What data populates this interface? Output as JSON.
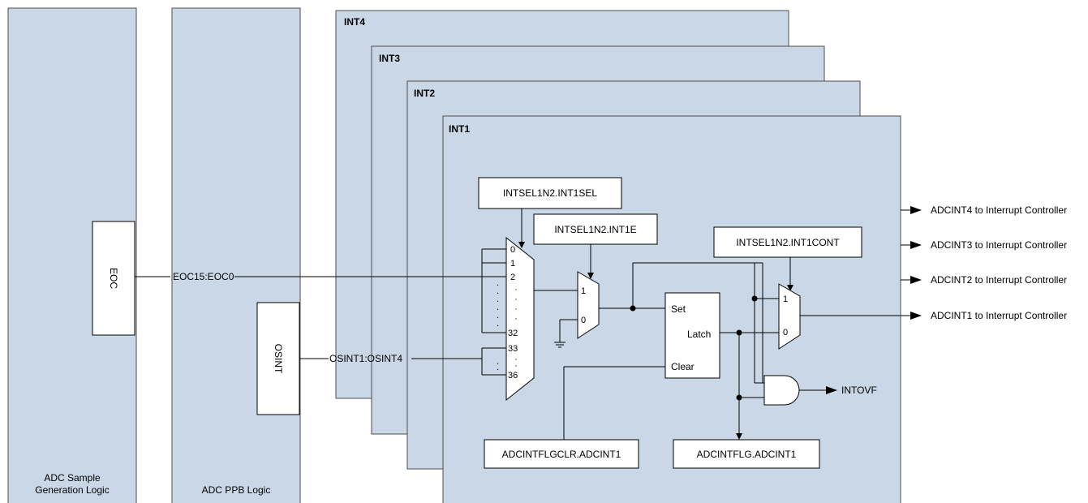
{
  "panels": {
    "adc_sample": "ADC Sample\nGeneration Logic",
    "adc_ppb": "ADC PPB Logic",
    "int4": "INT4",
    "int3": "INT3",
    "int2": "INT2",
    "int1": "INT1"
  },
  "blocks": {
    "eoc": "EOC",
    "osint": "OSINT",
    "intsel": "INTSEL1N2.INT1SEL",
    "inte": "INTSEL1N2.INT1E",
    "intcont": "INTSEL1N2.INT1CONT",
    "flgclr": "ADCINTFLGCLR.ADCINT1",
    "flg": "ADCINTFLG.ADCINT1",
    "latch_set": "Set",
    "latch_latch": "Latch",
    "latch_clear": "Clear"
  },
  "signals": {
    "eoc_bus": "EOC15:EOC0",
    "osint_bus": "OSINT1:OSINT4",
    "intovf": "INTOVF"
  },
  "mux_inputs": {
    "in0": "0",
    "in1": "1",
    "in2": "2",
    "in32": "32",
    "in33": "33",
    "in36": "36"
  },
  "mux2": {
    "in1": "1",
    "in0": "0"
  },
  "mux3": {
    "in1": "1",
    "in0": "0"
  },
  "outputs": [
    "ADCINT4 to Interrupt Controller",
    "ADCINT3 to Interrupt Controller",
    "ADCINT2 to Interrupt Controller",
    "ADCINT1 to Interrupt Controller"
  ],
  "colors": {
    "panel_fill": "#c9d7e6",
    "panel_stroke": "#4d4d4d",
    "wire": "#000000"
  }
}
